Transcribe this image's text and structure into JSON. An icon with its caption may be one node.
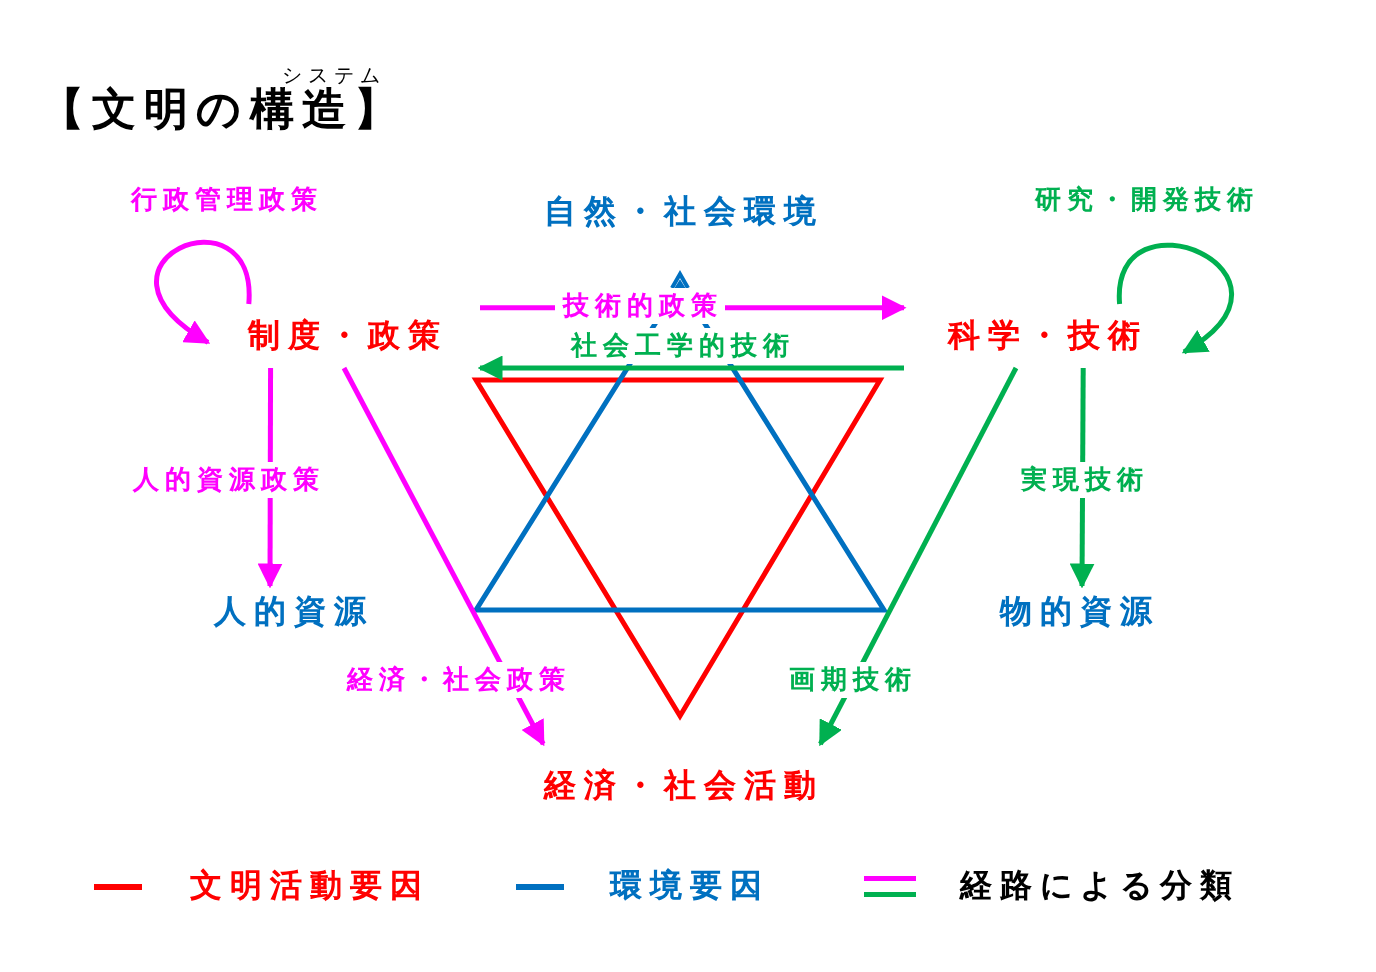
{
  "diagram": {
    "title": "【文明の構造】",
    "nodes": [
      {
        "text": [
          "制度・政策"
        ]
      },
      {
        "text": [
          "科学・技術"
        ]
      },
      {
        "text": [
          "自然・社会環境"
        ]
      },
      {
        "text": [
          "人的資源"
        ]
      },
      {
        "text": [
          "物的資源"
        ]
      },
      {
        "text": [
          "経済・社会活動"
        ]
      }
    ],
    "edges": [
      {
        "from": 0,
        "to": 0,
        "arrow": "to",
        "label": "行政管理政策"
      },
      {
        "from": 0,
        "to": 1,
        "arrow": "to",
        "label": "技術的政策"
      },
      {
        "from": 1,
        "to": 0,
        "arrow": "to",
        "label": "社会工学的技術",
        "color": "#00b050"
      },
      {
        "from": 1,
        "to": 1,
        "arrow": "to",
        "label": "研究・開発技術",
        "color": "#00b050"
      },
      {
        "from": 0,
        "to": 3,
        "arrow": "to",
        "label": "人的資源政策"
      },
      {
        "from": 0,
        "to": 5,
        "arrow": "to",
        "label": "経済・社会政策"
      },
      {
        "from": 1,
        "to": 4,
        "arrow": "to",
        "label": "実現技術",
        "color": "#00b050"
      },
      {
        "from": 1,
        "to": 5,
        "arrow": "to",
        "label": "画期技術",
        "color": "#00b050"
      }
    ],
    "labels": [
      "システム"
    ],
    "legend": [
      {
        "text": "文明活動要因",
        "color": "#ff0000"
      },
      {
        "text": "環境要因",
        "color": "#0070c0"
      },
      {
        "text": "経路による分類"
      }
    ]
  }
}
